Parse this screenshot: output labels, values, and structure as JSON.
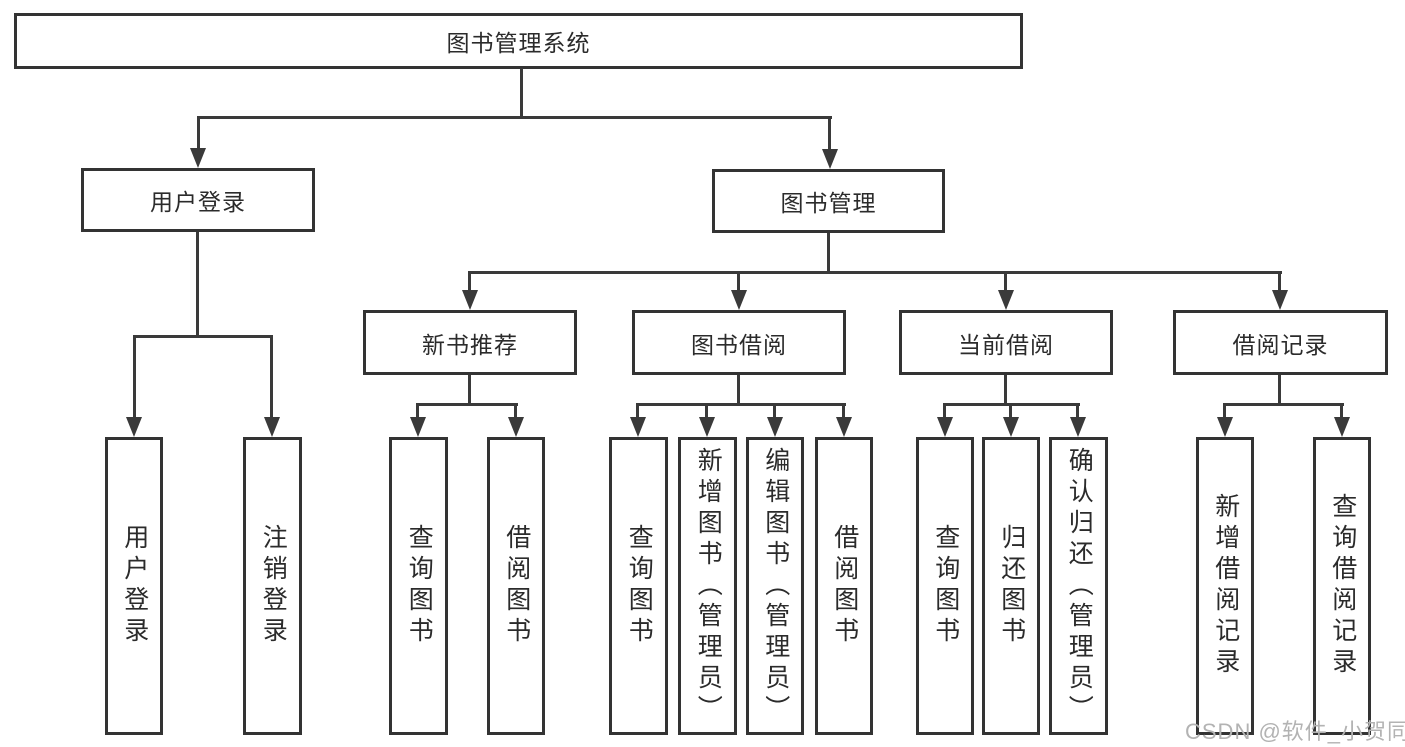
{
  "tree": {
    "root": {
      "label": "图书管理系统"
    },
    "level1": [
      {
        "label": "用户登录",
        "children": [
          {
            "label": "用户登录"
          },
          {
            "label": "注销登录"
          }
        ]
      },
      {
        "label": "图书管理",
        "children": [
          {
            "label": "新书推荐",
            "children": [
              {
                "label": "查询图书"
              },
              {
                "label": "借阅图书"
              }
            ]
          },
          {
            "label": "图书借阅",
            "children": [
              {
                "label": "查询图书"
              },
              {
                "label": "新增图书（管理员）"
              },
              {
                "label": "编辑图书（管理员）"
              },
              {
                "label": "借阅图书"
              }
            ]
          },
          {
            "label": "当前借阅",
            "children": [
              {
                "label": "查询图书"
              },
              {
                "label": "归还图书"
              },
              {
                "label": "确认归还（管理员）"
              }
            ]
          },
          {
            "label": "借阅记录",
            "children": [
              {
                "label": "新增借阅记录"
              },
              {
                "label": "查询借阅记录"
              }
            ]
          }
        ]
      }
    ]
  },
  "watermark": "CSDN @软件_小贺同学",
  "colors": {
    "line": "#3a3a3a",
    "box_border": "#333333",
    "text": "#2b2b2b",
    "watermark": "#b3b3b3",
    "background": "#ffffff"
  }
}
